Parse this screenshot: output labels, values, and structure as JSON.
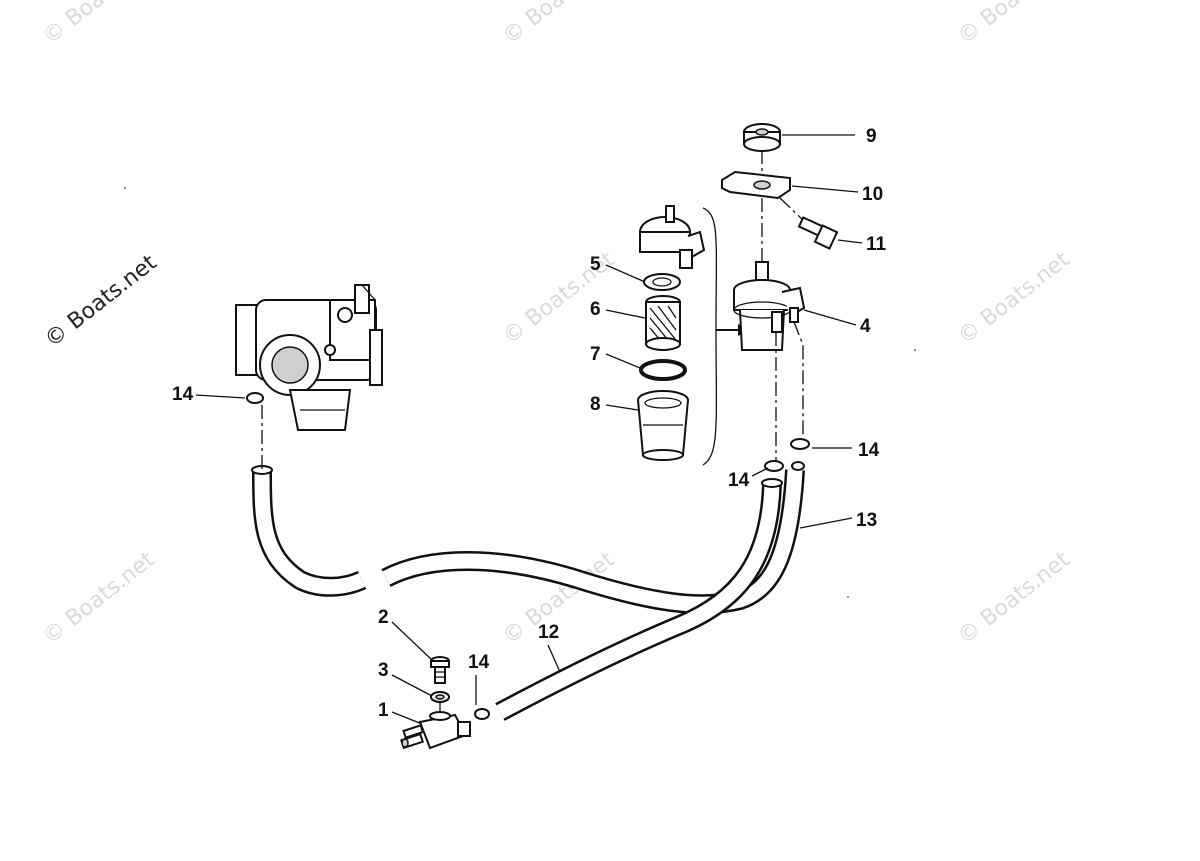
{
  "watermarks": {
    "text": "© Boats.net",
    "main_text": "© Boats.net"
  },
  "callouts": {
    "c1": "1",
    "c2": "2",
    "c3": "3",
    "c4": "4",
    "c5": "5",
    "c6": "6",
    "c7": "7",
    "c8": "8",
    "c9": "9",
    "c10": "10",
    "c11": "11",
    "c12": "12",
    "c13": "13",
    "c14a": "14",
    "c14b": "14",
    "c14c": "14",
    "c14d": "14"
  },
  "parts": [
    {
      "ref": "1",
      "icon": "fuel-connector-icon"
    },
    {
      "ref": "2",
      "icon": "screw-icon"
    },
    {
      "ref": "3",
      "icon": "washer-icon"
    },
    {
      "ref": "4",
      "icon": "fuel-filter-icon"
    },
    {
      "ref": "5",
      "icon": "gasket-icon"
    },
    {
      "ref": "6",
      "icon": "filter-element-icon"
    },
    {
      "ref": "7",
      "icon": "o-ring-icon"
    },
    {
      "ref": "8",
      "icon": "filter-bowl-icon"
    },
    {
      "ref": "9",
      "icon": "grommet-icon"
    },
    {
      "ref": "10",
      "icon": "bracket-icon"
    },
    {
      "ref": "11",
      "icon": "bolt-icon"
    },
    {
      "ref": "12",
      "icon": "fuel-hose-icon"
    },
    {
      "ref": "13",
      "icon": "fuel-hose-icon"
    },
    {
      "ref": "14",
      "icon": "hose-clamp-icon"
    }
  ],
  "colors": {
    "line": "#111111",
    "watermark": "#d9d9d9",
    "background": "#ffffff"
  }
}
